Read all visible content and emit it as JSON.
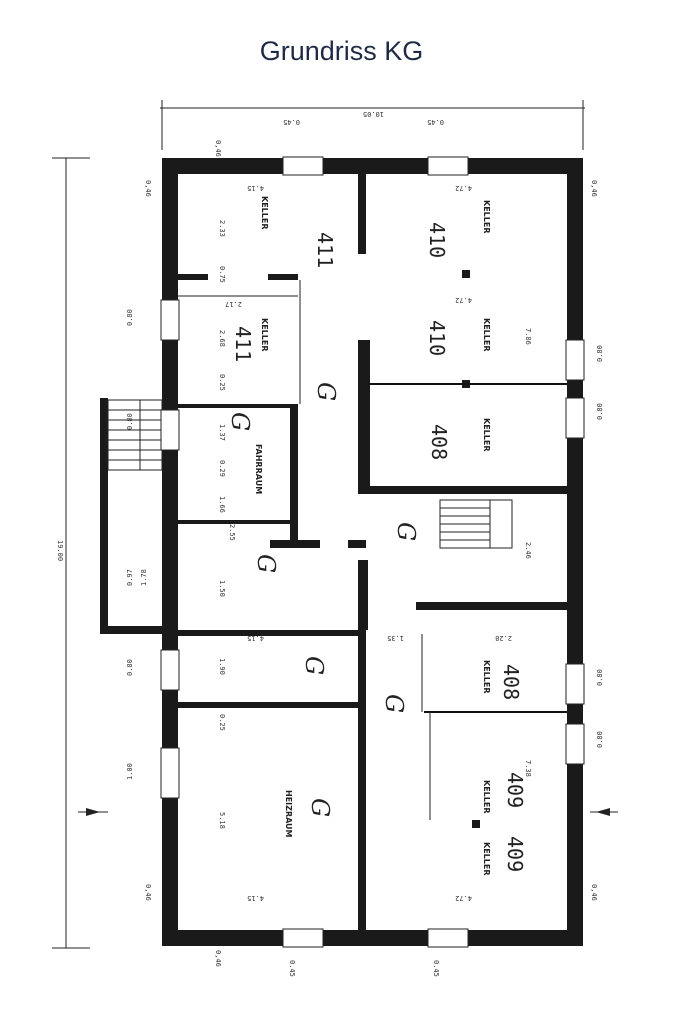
{
  "title": "Grundriss KG",
  "rooms": {
    "keller": "KELLER",
    "fahrraum": "FAHRRAUM",
    "heizraum": "HEIZRAUM",
    "r411": "411",
    "r410": "410",
    "r408": "408",
    "r409": "409",
    "g": "G"
  },
  "dimensions": {
    "total_width": "10.05",
    "total_height": "19.00",
    "wall_046": "0,46",
    "w_415": "4.15",
    "w_472": "4.72",
    "h_233": "2.33",
    "h_175": "0.75",
    "h_268": "2.68",
    "h_025": "0.25",
    "h_137": "1.37",
    "h_029": "0.29",
    "h_166": "1.66",
    "h_150": "1.50",
    "h_190": "1.90",
    "h_518": "5.18",
    "h_786": "7.86",
    "h_246": "2.46",
    "h_135": "1.35",
    "h_228": "2.28",
    "h_738": "7.38",
    "w_217": "2.17",
    "w_255": "2.55",
    "win_080": "0.80",
    "win_045": "0.45",
    "win_100": "1.00",
    "win_097": "0.97",
    "win_178": "1.78"
  }
}
